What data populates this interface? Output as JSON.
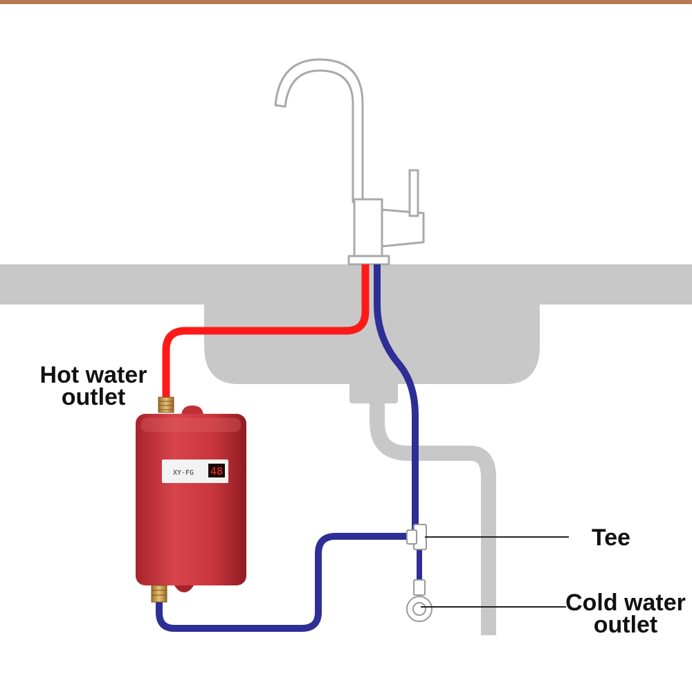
{
  "colors": {
    "hot_pipe": "#ff1a1a",
    "cold_pipe": "#2e2e96",
    "heater_body": "#c9353c",
    "outline": "#aaaaaa",
    "sink": "#c8c8c8",
    "top_border": "#b87a55"
  },
  "heater": {
    "model": "XY-FG",
    "display": "48"
  },
  "labels": {
    "hot_line1": "Hot water",
    "hot_line2": "outlet",
    "tee": "Tee",
    "cold_line1": "Cold water",
    "cold_line2": "outlet"
  },
  "icons": [
    "faucet-icon",
    "water-heater-icon",
    "tee-fitting-icon",
    "angle-valve-icon"
  ]
}
